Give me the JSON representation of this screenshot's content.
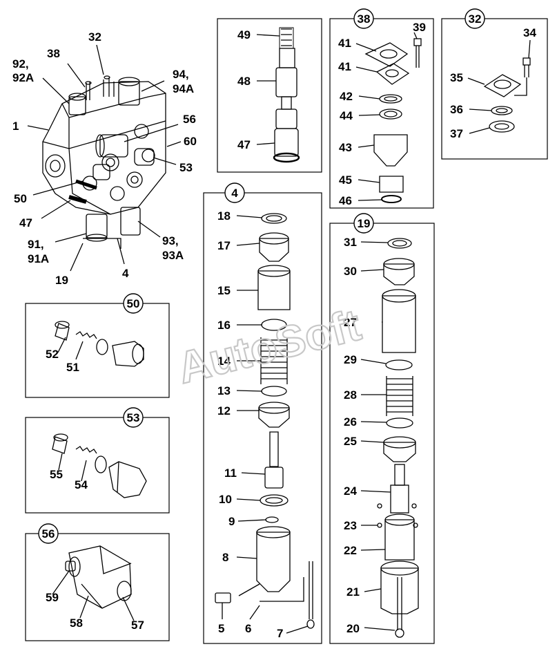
{
  "watermark": "AutoSoft",
  "main": {
    "labels": [
      "92,",
      "92A",
      "38",
      "32",
      "94,",
      "94A",
      "1",
      "56",
      "60",
      "53",
      "50",
      "47",
      "91,",
      "91A",
      "19",
      "4",
      "93,",
      "93A"
    ]
  },
  "boxes": {
    "b50": {
      "badge": "50",
      "labels": [
        "52",
        "51"
      ]
    },
    "b53": {
      "badge": "53",
      "labels": [
        "55",
        "54"
      ]
    },
    "b56": {
      "badge": "56",
      "labels": [
        "59",
        "58",
        "57"
      ]
    },
    "b47": {
      "labels": [
        "49",
        "48",
        "47"
      ]
    },
    "b38": {
      "badge": "38",
      "labels": [
        "41",
        "39",
        "41",
        "42",
        "44",
        "43",
        "45",
        "46"
      ]
    },
    "b32": {
      "badge": "32",
      "labels": [
        "34",
        "35",
        "36",
        "37"
      ]
    },
    "b4": {
      "badge": "4",
      "labels": [
        "18",
        "17",
        "15",
        "16",
        "14",
        "13",
        "12",
        "11",
        "10",
        "9",
        "8",
        "5",
        "6",
        "7"
      ]
    },
    "b19": {
      "badge": "19",
      "labels": [
        "31",
        "30",
        "27",
        "29",
        "28",
        "26",
        "25",
        "24",
        "23",
        "22",
        "21",
        "20"
      ]
    }
  }
}
